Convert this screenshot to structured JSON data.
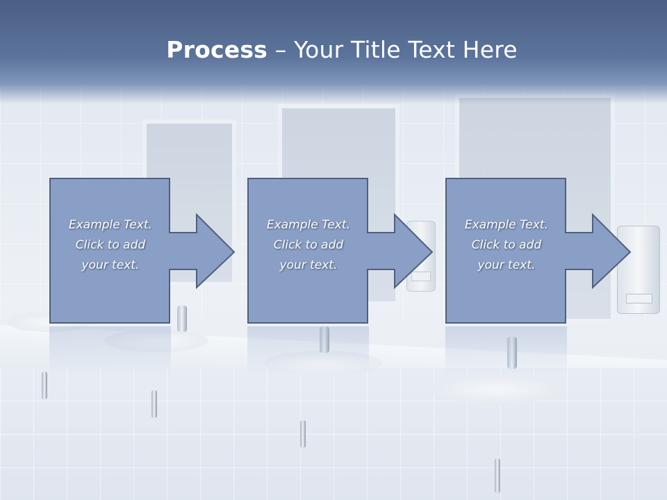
{
  "slide": {
    "title_bold": "Process",
    "title_rest": " – Your Title Text Here",
    "accent_color": "#8a9fc6",
    "title_band_color": "#4b5f84",
    "steps": [
      {
        "line1": "Example Text.",
        "line2": "Click  to add",
        "line3": "your text."
      },
      {
        "line1": "Example Text.",
        "line2": "Click  to add",
        "line3": "your text."
      },
      {
        "line1": "Example Text.",
        "line2": "Click  to add",
        "line3": "your text."
      }
    ],
    "icons": [
      "right-arrow-icon",
      "right-arrow-icon",
      "right-arrow-icon"
    ]
  }
}
